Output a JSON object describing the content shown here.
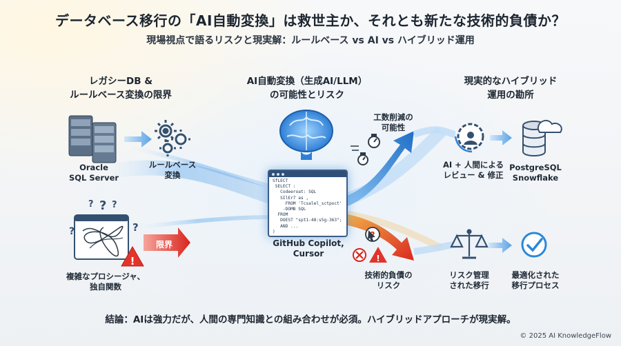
{
  "title": "データベース移行の「AI自動変換」は救世主か、それとも新たな技術的負債か？",
  "subtitle": "現場視点で語るリスクと現実解：ルールベース vs AI vs ハイブリッド運用",
  "columns": {
    "left": {
      "heading_1": "レガシーDB &",
      "heading_2": "ルールベース変換の限界"
    },
    "center": {
      "heading_1": "AI自動変換（生成AI/LLM）",
      "heading_2": "の可能性とリスク"
    },
    "right": {
      "heading_1": "現実的なハイブリッド",
      "heading_2": "運用の勘所"
    }
  },
  "nodes": {
    "legacy_db_1": "Oracle",
    "legacy_db_2": "SQL Server",
    "rule_based_1": "ルールベース",
    "rule_based_2": "変換",
    "complex_1": "複雑なプロシージャ、",
    "complex_2": "独自関数",
    "limit_label": "限界",
    "ai_tools_1": "GitHub Copilot,",
    "ai_tools_2": "Cursor",
    "effort_1": "工数削減の",
    "effort_2": "可能性",
    "debt_1": "技術的負債の",
    "debt_2": "リスク",
    "review_1": "AI + 人間による",
    "review_2": "レビュー & 修正",
    "target_1": "PostgreSQL",
    "target_2": "Snowflake",
    "risk_mgmt_1": "リスク管理",
    "risk_mgmt_2": "された移行",
    "optimized_1": "最適化された",
    "optimized_2": "移行プロセス"
  },
  "code_snippet": "SfLECT\n SELECT :\n   Codeeroat: SQL\n   SIlEr7 as ,\n     FROM 'Tcsalel_sctpoct'\n    -DOMB SQL\n  FROM\n   DOEST \"spt1-48:s5g-363\";\n   AND ...\n)",
  "conclusion": "結論：AIは強力だが、人間の専門知識との組み合わせが必須。ハイブリッドアプローチが現実解。",
  "copyright": "© 2025 AI KnowledgeFlow",
  "colors": {
    "arrow_blue": "#2f7fd6",
    "arrow_red": "#e03a2f",
    "icon_dark": "#34506f",
    "check_blue": "#2b88d8"
  }
}
